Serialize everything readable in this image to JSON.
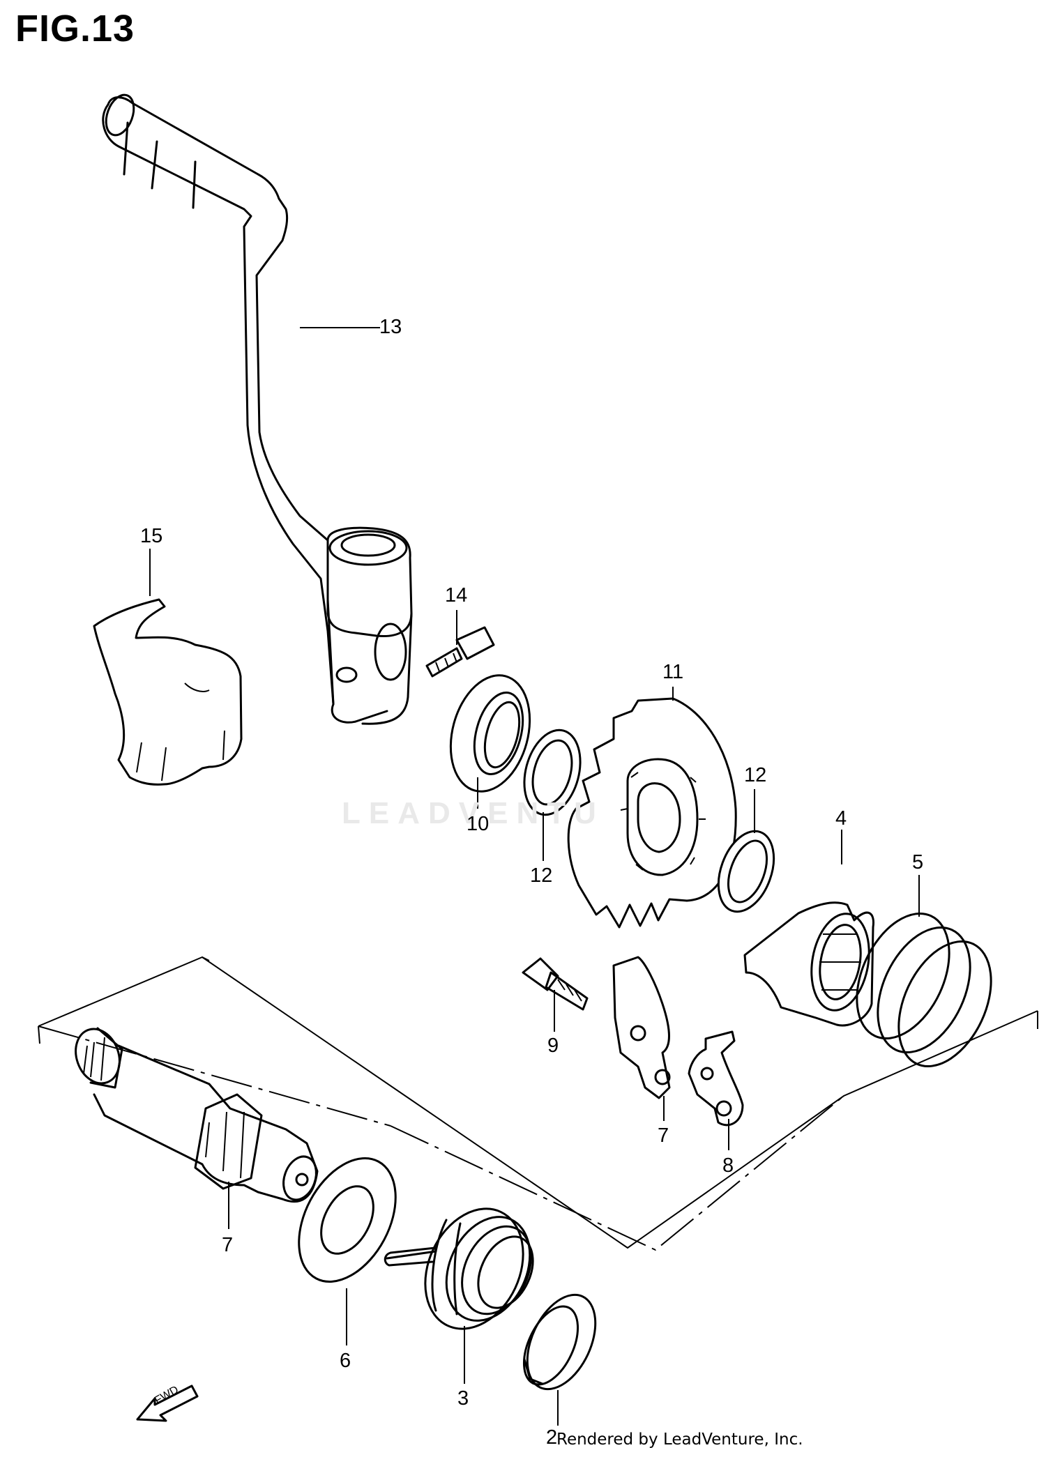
{
  "figure": {
    "title": "FIG.13",
    "credit": "Rendered by LeadVenture, Inc.",
    "watermark": "LEADVENTU",
    "fwd_label": "FWD"
  },
  "callouts": [
    {
      "id": "label-13",
      "text": "13",
      "part": "kick-starter-lever"
    },
    {
      "id": "label-15",
      "text": "15",
      "part": "lever-boot"
    },
    {
      "id": "label-14",
      "text": "14",
      "part": "lever-bolt"
    },
    {
      "id": "label-11",
      "text": "11",
      "part": "kick-starter-gear"
    },
    {
      "id": "label-12a",
      "text": "12",
      "part": "washer-upper"
    },
    {
      "id": "label-10",
      "text": "10",
      "part": "oil-seal"
    },
    {
      "id": "label-12b",
      "text": "12",
      "part": "washer-lower"
    },
    {
      "id": "label-4",
      "text": "4",
      "part": "kick-starter-guide"
    },
    {
      "id": "label-5",
      "text": "5",
      "part": "kick-starter-spring"
    },
    {
      "id": "label-9",
      "text": "9",
      "part": "guide-bolt"
    },
    {
      "id": "label-7a",
      "text": "7",
      "part": "kick-stopper-plate"
    },
    {
      "id": "label-8",
      "text": "8",
      "part": "stopper-plate"
    },
    {
      "id": "label-7b",
      "text": "7",
      "part": "kick-starter-shaft"
    },
    {
      "id": "label-6",
      "text": "6",
      "part": "shaft-washer"
    },
    {
      "id": "label-3",
      "text": "3",
      "part": "return-spring"
    },
    {
      "id": "label-2",
      "text": "2",
      "part": "spring-guide"
    }
  ]
}
